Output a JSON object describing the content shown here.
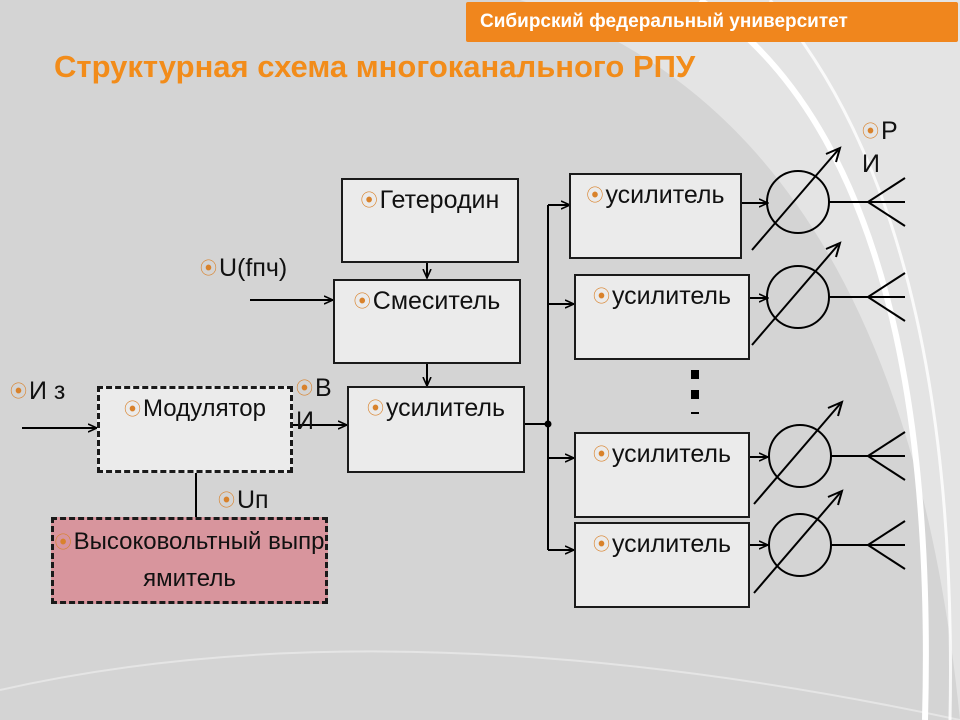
{
  "header": {
    "university": "Сибирский федеральный университет",
    "title": "Структурная схема многоканального РПУ"
  },
  "colors": {
    "accent": "#f0861d",
    "title": "#f28c1a",
    "box_fill": "#ebebeb",
    "power_block_fill": "#d8959d"
  },
  "blocks": {
    "heterodyne": "Гетеродин",
    "mixer": "Смеситель",
    "modulator": "Модулятор",
    "amplifier_main": "усилитель",
    "rectifier": "Высоковольтный выпрямитель",
    "amplifiers_out": [
      "усилитель",
      "усилитель",
      "усилитель",
      "усилитель"
    ]
  },
  "labels": {
    "source": "И з",
    "u_fpch": "U(fпч)",
    "vi": "В И",
    "up": "Uп",
    "ri": "Р И"
  },
  "icons": {
    "bullet": "orange-ring-bullet",
    "antenna": "antenna-icon",
    "phase_shifter": "phase-shifter-icon"
  }
}
